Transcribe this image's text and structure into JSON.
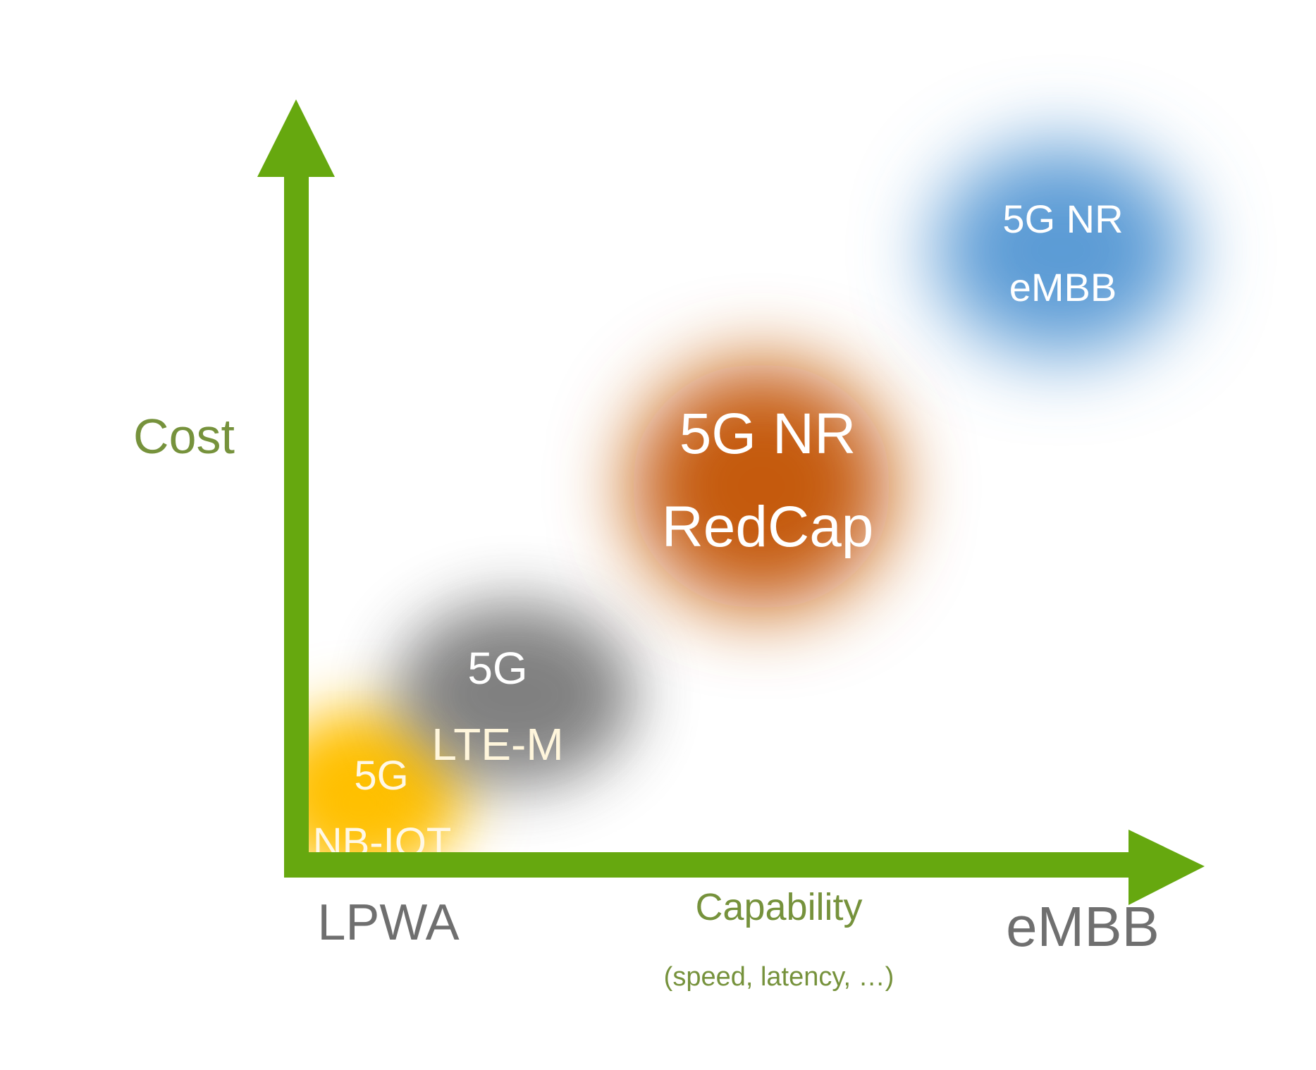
{
  "colors": {
    "axis": "#66a80f",
    "axis_label": "#76923c",
    "end_label": "#6f6f6f",
    "emmb_blob": "#5b9bd5",
    "redcap_blob": "#c55a11",
    "ltem_blob": "#7f7f7f",
    "nbiot_blob": "#ffc000"
  },
  "y_axis": {
    "label": "Cost"
  },
  "x_axis": {
    "label": "Capability",
    "sublabel": "(speed, latency, …)",
    "start_label": "LPWA",
    "end_label": "eMBB"
  },
  "technologies": [
    {
      "line1": "5G NR",
      "line2": "eMBB"
    },
    {
      "line1": "5G NR",
      "line2": "RedCap"
    },
    {
      "line1": "5G",
      "line2": "LTE-M"
    },
    {
      "line1": "5G",
      "line2": "NB-IOT"
    }
  ]
}
